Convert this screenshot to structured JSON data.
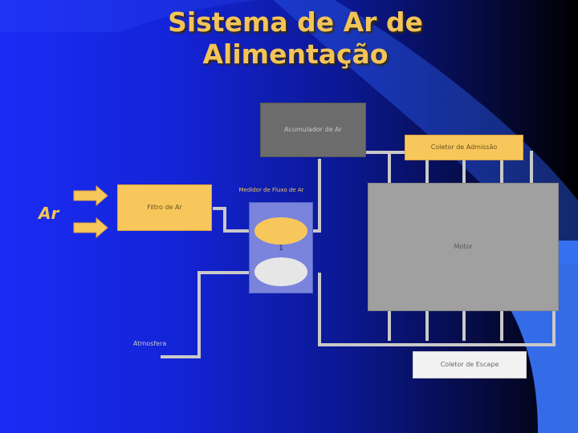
{
  "slide": {
    "title_line1": "Sistema de Ar de",
    "title_line2": "Alimentação",
    "ar_label": "Ar",
    "filtro_label": "Filtro de Ar",
    "medidor_label": "Medidor de Fluxo de Ar",
    "acumulador_label": "Acumulador de Ar",
    "coletor_admissao_label": "Coletor de Admissão",
    "motor_label": "Motor",
    "coletor_escape_label": "Coletor de Escape",
    "atmosfera_label": "Atmosfera",
    "valve_number": "1"
  },
  "colors": {
    "title": "#f2c45a",
    "box_yellow": "#f8c75c",
    "pipe": "#c9c9c9"
  }
}
